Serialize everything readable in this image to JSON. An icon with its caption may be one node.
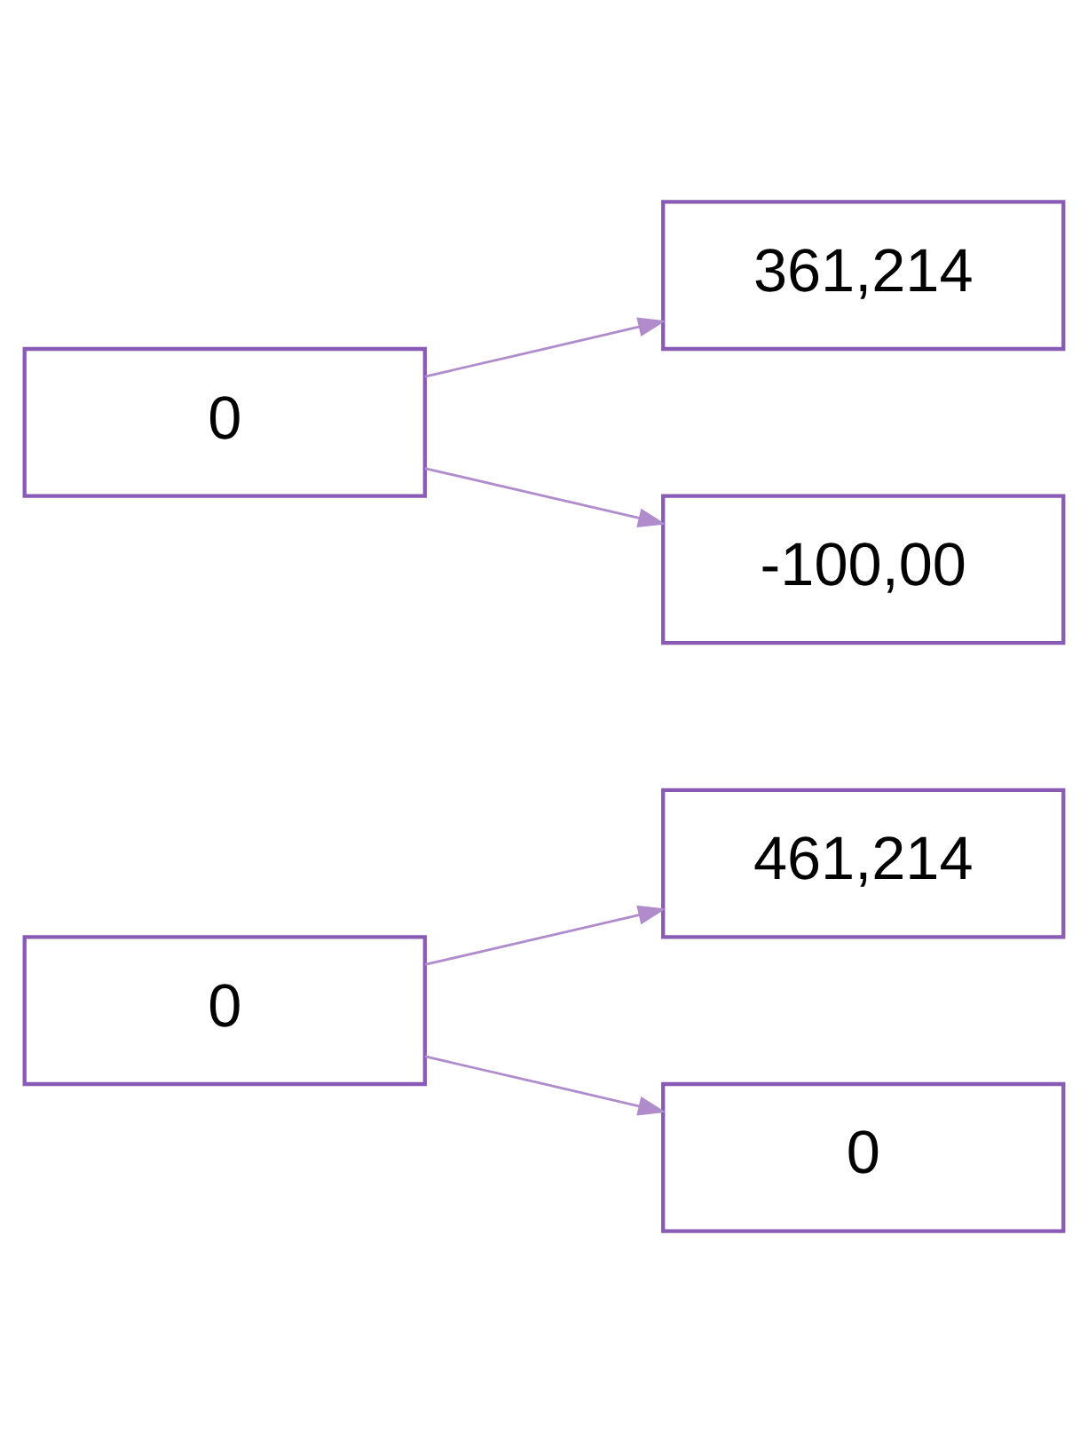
{
  "diagram": {
    "nodes": [
      {
        "text": [
          "0"
        ]
      },
      {
        "text": [
          "461,214"
        ]
      },
      {
        "text": [
          "0"
        ]
      },
      {
        "text": [
          "0"
        ]
      },
      {
        "text": [
          "361,214"
        ]
      },
      {
        "text": [
          "-100,00"
        ]
      }
    ],
    "edges": [
      {
        "from": 0,
        "to": 1,
        "arrow": "to"
      },
      {
        "from": 0,
        "to": 2,
        "arrow": "to"
      },
      {
        "from": 3,
        "to": 4,
        "arrow": "to"
      },
      {
        "from": 3,
        "to": 5,
        "arrow": "to"
      }
    ]
  }
}
